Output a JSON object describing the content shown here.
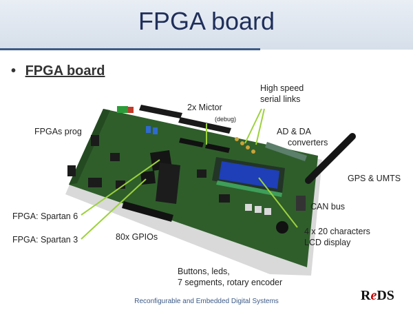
{
  "slide": {
    "title": "FPGA board",
    "bullet": "FPGA board",
    "footer": "Reconfigurable and Embedded Digital Systems",
    "logo": {
      "part1": "R",
      "part2": "e",
      "part3": "DS"
    }
  },
  "labels": {
    "fpgas_prog": "FPGAs prog",
    "mictor": "2x Mictor",
    "mictor_sub": "(debug)",
    "high_speed_1": "High speed",
    "high_speed_2": "serial links",
    "adda_1": "AD & DA",
    "adda_2": "converters",
    "gps": "GPS & UMTS",
    "can": "CAN bus",
    "lcd_1": "4 x 20 characters",
    "lcd_2": "LCD display",
    "spartan6": "FPGA: Spartan 6",
    "spartan3": "FPGA: Spartan 3",
    "gpios": "80x GPIOs",
    "buttons_1": "Buttons, leds,",
    "buttons_2": "7 segments, rotary encoder"
  },
  "colors": {
    "title_text": "#1f2f5a",
    "accent": "#3c5a86",
    "board_green": "#2f5e2b",
    "leader_line": "#9cd23c",
    "lcd_blue": "#1e3fb8",
    "logo_red": "#c00000"
  }
}
